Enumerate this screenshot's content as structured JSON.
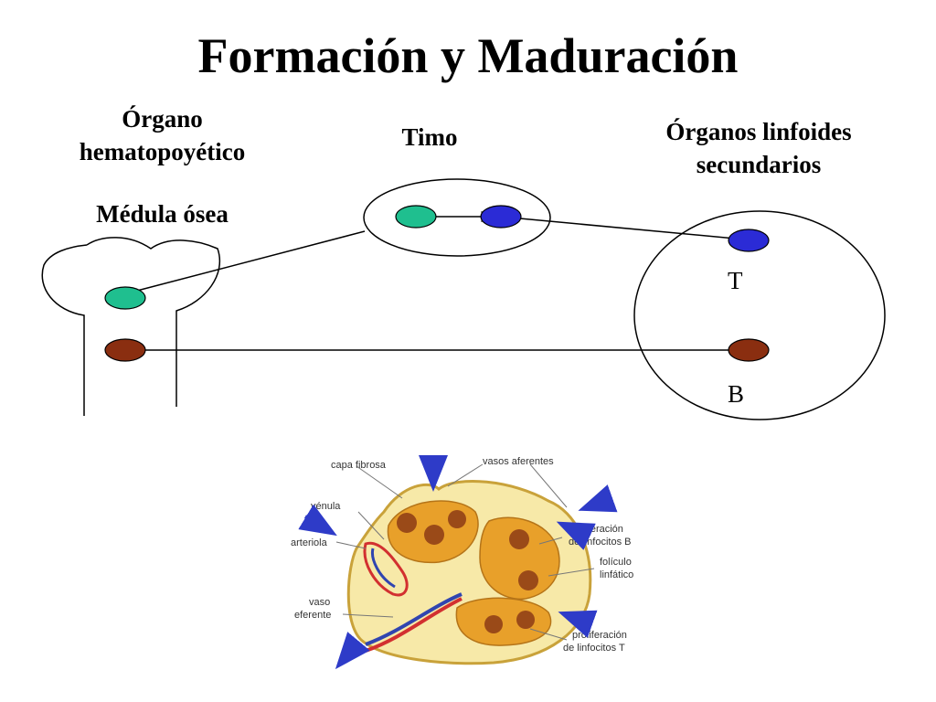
{
  "title": "Formación y Maduración",
  "labels": {
    "organ_line1": "Órgano",
    "organ_line2": "hematopoyético",
    "marrow": "Médula ósea",
    "thymus": "Timo",
    "secondary_line1": "Órganos linfoides",
    "secondary_line2": "secundarios",
    "t_cell": "T",
    "b_cell": "B"
  },
  "colors": {
    "stem_cell": "#1fbf8f",
    "t_cell": "#2b2bd6",
    "b_cell": "#8a2e10",
    "node_bg": "#f7e9a8",
    "node_follicle": "#e8a02a",
    "arrow_blue": "#2e3bc8"
  },
  "figure": {
    "capa_fibrosa": "capa fibrosa",
    "vasos_aferentes": "vasos aferentes",
    "venula": "vénula",
    "arteriola": "arteriola",
    "vaso_eferente_1": "vaso",
    "vaso_eferente_2": "eferente",
    "prolif_b_1": "proliferación",
    "prolif_b_2": "de linfocitos B",
    "foliculo_1": "folículo",
    "foliculo_2": "linfático",
    "prolif_t_1": "proliferación",
    "prolif_t_2": "de linfocitos T"
  }
}
